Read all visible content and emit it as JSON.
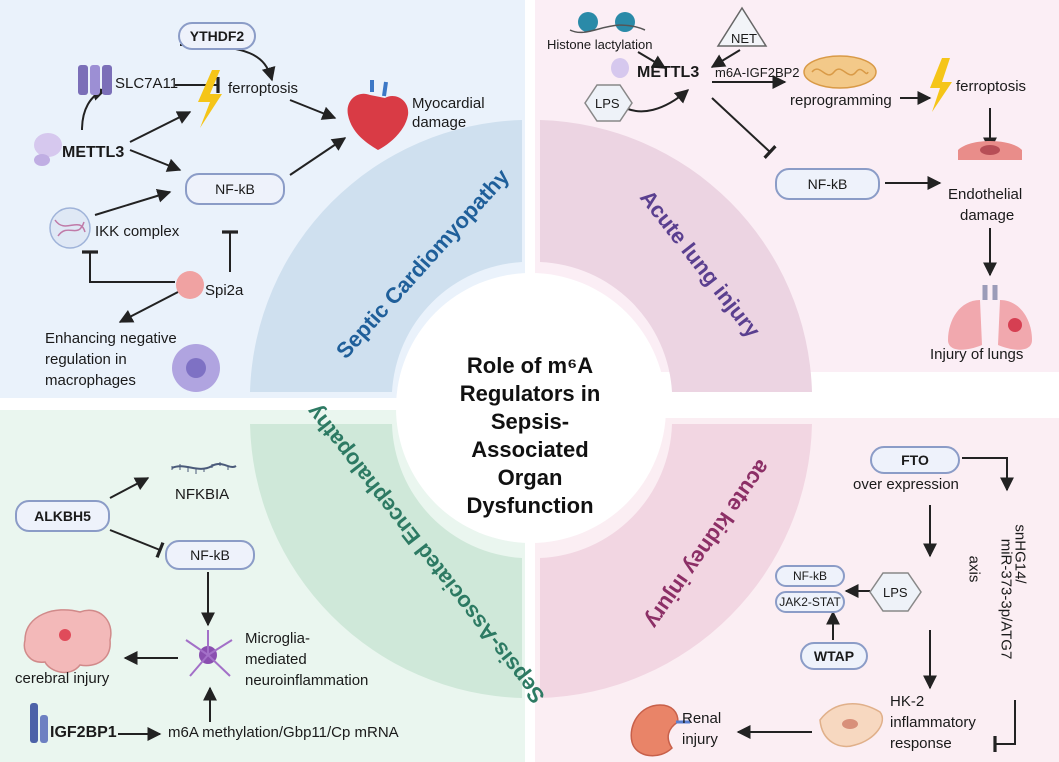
{
  "center": {
    "title_line1": "Role of m⁶A",
    "title_line2": "Regulators in Sepsis-",
    "title_line3": "Associated Organ",
    "title_line4": "Dysfunction"
  },
  "quadrants": {
    "top_left": "Septic Cardiomyopathy",
    "top_right": "Acute lung injury",
    "bottom_left": "Sepsis-Associated Encephalopathy",
    "bottom_right": "acute kidney injury"
  },
  "cardio": {
    "ythdf2": "YTHDF2",
    "slc7a11": "SLC7A11",
    "ferroptosis": "ferroptosis",
    "myocardial_1": "Myocardial",
    "myocardial_2": "damage",
    "mettl3": "METTL3",
    "nfkb": "NF-kB",
    "ikk": "IKK complex",
    "spi2a": "Spi2a",
    "enh_1": "Enhancing negative",
    "enh_2": "regulation in",
    "enh_3": "macrophages"
  },
  "lung": {
    "histone": "Histone lactylation",
    "net": "NET",
    "mettl3": "METTL3",
    "lps": "LPS",
    "m6a": "m6A-IGF2BP2",
    "reprogramming": "reprogramming",
    "ferroptosis": "ferroptosis",
    "nfkb": "NF-kB",
    "endo_1": "Endothelial",
    "endo_2": "damage",
    "injury": "Injury of lungs"
  },
  "brain": {
    "alkbh5": "ALKBH5",
    "nfkbia": "NFKBIA",
    "nfkb": "NF-kB",
    "cerebral": "cerebral injury",
    "micro_1": "Microglia-",
    "micro_2": "mediated",
    "micro_3": "neuroinflammation",
    "igf2bp1": "IGF2BP1",
    "m6a": "m6A methylation/Gbp11/Cp mRNA"
  },
  "kidney": {
    "fto": "FTO",
    "over": "over expression",
    "axis_1": "snHG14/",
    "axis_2": "miR-373-3p/ATG7",
    "axis_3": "axis",
    "nfkb": "NF-kB",
    "jak": "JAK2-STAT",
    "lps": "LPS",
    "wtap": "WTAP",
    "hk_1": "HK-2",
    "hk_2": "inflammatory",
    "hk_3": "response",
    "renal_1": "Renal",
    "renal_2": "injury"
  }
}
